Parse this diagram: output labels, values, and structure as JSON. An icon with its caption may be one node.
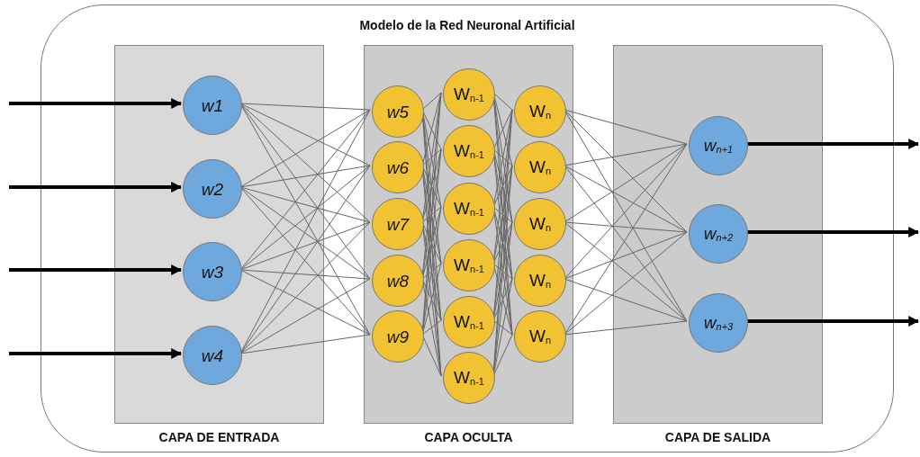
{
  "diagram": {
    "nodes": [
      {
        "text": [
          "Modelo de la Red Neuronal Artificial"
        ]
      },
      {
        "text": [
          "CAPA DE ENTRADA"
        ],
        "in": 0
      },
      {
        "text": [
          "w1"
        ],
        "in": 1
      },
      {
        "text": [
          "w2"
        ],
        "in": 1
      },
      {
        "text": [
          "w3"
        ],
        "in": 1
      },
      {
        "text": [
          "w4"
        ],
        "in": 1
      },
      {
        "text": [
          "CAPA OCULTA"
        ],
        "in": 0
      },
      {
        "text": [
          "w5"
        ],
        "in": 6
      },
      {
        "text": [
          "w6"
        ],
        "in": 6
      },
      {
        "text": [
          "w7"
        ],
        "in": 6
      },
      {
        "text": [
          "w8"
        ],
        "in": 6
      },
      {
        "text": [
          "w9"
        ],
        "in": 6
      },
      {
        "text": [
          "W$_{n-1}$"
        ],
        "in": 6
      },
      {
        "text": [
          "W$_{n-1}$"
        ],
        "in": 6
      },
      {
        "text": [
          "W$_{n-1}$"
        ],
        "in": 6
      },
      {
        "text": [
          "W$_{n-1}$"
        ],
        "in": 6
      },
      {
        "text": [
          "W$_{n-1}$"
        ],
        "in": 6
      },
      {
        "text": [
          "W$_{n-1}$"
        ],
        "in": 6
      },
      {
        "text": [
          "W$_{n}$"
        ],
        "in": 6
      },
      {
        "text": [
          "W$_{n}$"
        ],
        "in": 6
      },
      {
        "text": [
          "W$_{n}$"
        ],
        "in": 6
      },
      {
        "text": [
          "W$_{n}$"
        ],
        "in": 6
      },
      {
        "text": [
          "W$_{n}$"
        ],
        "in": 6
      },
      {
        "text": [
          "CAPA DE SALIDA"
        ],
        "in": 0
      },
      {
        "text": [
          "w$_{n+1}$"
        ],
        "in": 23
      },
      {
        "text": [
          "w$_{n+2}$"
        ],
        "in": 23
      },
      {
        "text": [
          "w$_{n+3}$"
        ],
        "in": 23
      }
    ],
    "edges": [
      {
        "from": null,
        "to": 2,
        "arrow": "to",
        "style": "thick",
        "color": "#000000"
      },
      {
        "from": null,
        "to": 3,
        "arrow": "to",
        "style": "thick",
        "color": "#000000"
      },
      {
        "from": null,
        "to": 4,
        "arrow": "to",
        "style": "thick",
        "color": "#000000"
      },
      {
        "from": null,
        "to": 5,
        "arrow": "to",
        "style": "thick",
        "color": "#000000"
      },
      {
        "from": 2,
        "to": 7,
        "arrow": "none"
      },
      {
        "from": 2,
        "to": 8,
        "arrow": "none"
      },
      {
        "from": 2,
        "to": 9,
        "arrow": "none"
      },
      {
        "from": 2,
        "to": 10,
        "arrow": "none"
      },
      {
        "from": 2,
        "to": 11,
        "arrow": "none"
      },
      {
        "from": 3,
        "to": 7,
        "arrow": "none"
      },
      {
        "from": 3,
        "to": 8,
        "arrow": "none"
      },
      {
        "from": 3,
        "to": 9,
        "arrow": "none"
      },
      {
        "from": 3,
        "to": 10,
        "arrow": "none"
      },
      {
        "from": 3,
        "to": 11,
        "arrow": "none"
      },
      {
        "from": 4,
        "to": 7,
        "arrow": "none"
      },
      {
        "from": 4,
        "to": 8,
        "arrow": "none"
      },
      {
        "from": 4,
        "to": 9,
        "arrow": "none"
      },
      {
        "from": 4,
        "to": 10,
        "arrow": "none"
      },
      {
        "from": 4,
        "to": 11,
        "arrow": "none"
      },
      {
        "from": 5,
        "to": 7,
        "arrow": "none"
      },
      {
        "from": 5,
        "to": 8,
        "arrow": "none"
      },
      {
        "from": 5,
        "to": 9,
        "arrow": "none"
      },
      {
        "from": 5,
        "to": 10,
        "arrow": "none"
      },
      {
        "from": 5,
        "to": 11,
        "arrow": "none"
      },
      {
        "from": 7,
        "to": 12,
        "arrow": "none"
      },
      {
        "from": 7,
        "to": 13,
        "arrow": "none"
      },
      {
        "from": 7,
        "to": 14,
        "arrow": "none"
      },
      {
        "from": 7,
        "to": 15,
        "arrow": "none"
      },
      {
        "from": 7,
        "to": 16,
        "arrow": "none"
      },
      {
        "from": 7,
        "to": 17,
        "arrow": "none"
      },
      {
        "from": 8,
        "to": 12,
        "arrow": "none"
      },
      {
        "from": 8,
        "to": 13,
        "arrow": "none"
      },
      {
        "from": 8,
        "to": 14,
        "arrow": "none"
      },
      {
        "from": 8,
        "to": 15,
        "arrow": "none"
      },
      {
        "from": 8,
        "to": 16,
        "arrow": "none"
      },
      {
        "from": 8,
        "to": 17,
        "arrow": "none"
      },
      {
        "from": 9,
        "to": 12,
        "arrow": "none"
      },
      {
        "from": 9,
        "to": 13,
        "arrow": "none"
      },
      {
        "from": 9,
        "to": 14,
        "arrow": "none"
      },
      {
        "from": 9,
        "to": 15,
        "arrow": "none"
      },
      {
        "from": 9,
        "to": 16,
        "arrow": "none"
      },
      {
        "from": 9,
        "to": 17,
        "arrow": "none"
      },
      {
        "from": 10,
        "to": 12,
        "arrow": "none"
      },
      {
        "from": 10,
        "to": 13,
        "arrow": "none"
      },
      {
        "from": 10,
        "to": 14,
        "arrow": "none"
      },
      {
        "from": 10,
        "to": 15,
        "arrow": "none"
      },
      {
        "from": 10,
        "to": 16,
        "arrow": "none"
      },
      {
        "from": 10,
        "to": 17,
        "arrow": "none"
      },
      {
        "from": 11,
        "to": 12,
        "arrow": "none"
      },
      {
        "from": 11,
        "to": 13,
        "arrow": "none"
      },
      {
        "from": 11,
        "to": 14,
        "arrow": "none"
      },
      {
        "from": 11,
        "to": 15,
        "arrow": "none"
      },
      {
        "from": 11,
        "to": 16,
        "arrow": "none"
      },
      {
        "from": 11,
        "to": 17,
        "arrow": "none"
      },
      {
        "from": 12,
        "to": 18,
        "arrow": "none"
      },
      {
        "from": 12,
        "to": 19,
        "arrow": "none"
      },
      {
        "from": 12,
        "to": 20,
        "arrow": "none"
      },
      {
        "from": 12,
        "to": 21,
        "arrow": "none"
      },
      {
        "from": 12,
        "to": 22,
        "arrow": "none"
      },
      {
        "from": 13,
        "to": 18,
        "arrow": "none"
      },
      {
        "from": 13,
        "to": 19,
        "arrow": "none"
      },
      {
        "from": 13,
        "to": 20,
        "arrow": "none"
      },
      {
        "from": 13,
        "to": 21,
        "arrow": "none"
      },
      {
        "from": 13,
        "to": 22,
        "arrow": "none"
      },
      {
        "from": 14,
        "to": 18,
        "arrow": "none"
      },
      {
        "from": 14,
        "to": 19,
        "arrow": "none"
      },
      {
        "from": 14,
        "to": 20,
        "arrow": "none"
      },
      {
        "from": 14,
        "to": 21,
        "arrow": "none"
      },
      {
        "from": 14,
        "to": 22,
        "arrow": "none"
      },
      {
        "from": 15,
        "to": 18,
        "arrow": "none"
      },
      {
        "from": 15,
        "to": 19,
        "arrow": "none"
      },
      {
        "from": 15,
        "to": 20,
        "arrow": "none"
      },
      {
        "from": 15,
        "to": 21,
        "arrow": "none"
      },
      {
        "from": 15,
        "to": 22,
        "arrow": "none"
      },
      {
        "from": 16,
        "to": 18,
        "arrow": "none"
      },
      {
        "from": 16,
        "to": 19,
        "arrow": "none"
      },
      {
        "from": 16,
        "to": 20,
        "arrow": "none"
      },
      {
        "from": 16,
        "to": 21,
        "arrow": "none"
      },
      {
        "from": 16,
        "to": 22,
        "arrow": "none"
      },
      {
        "from": 17,
        "to": 18,
        "arrow": "none"
      },
      {
        "from": 17,
        "to": 19,
        "arrow": "none"
      },
      {
        "from": 17,
        "to": 20,
        "arrow": "none"
      },
      {
        "from": 17,
        "to": 21,
        "arrow": "none"
      },
      {
        "from": 17,
        "to": 22,
        "arrow": "none"
      },
      {
        "from": 18,
        "to": 24,
        "arrow": "none"
      },
      {
        "from": 18,
        "to": 25,
        "arrow": "none"
      },
      {
        "from": 18,
        "to": 26,
        "arrow": "none"
      },
      {
        "from": 19,
        "to": 24,
        "arrow": "none"
      },
      {
        "from": 19,
        "to": 25,
        "arrow": "none"
      },
      {
        "from": 19,
        "to": 26,
        "arrow": "none"
      },
      {
        "from": 20,
        "to": 24,
        "arrow": "none"
      },
      {
        "from": 20,
        "to": 25,
        "arrow": "none"
      },
      {
        "from": 20,
        "to": 26,
        "arrow": "none"
      },
      {
        "from": 21,
        "to": 24,
        "arrow": "none"
      },
      {
        "from": 21,
        "to": 25,
        "arrow": "none"
      },
      {
        "from": 21,
        "to": 26,
        "arrow": "none"
      },
      {
        "from": 22,
        "to": 24,
        "arrow": "none"
      },
      {
        "from": 22,
        "to": 25,
        "arrow": "none"
      },
      {
        "from": 22,
        "to": 26,
        "arrow": "none"
      },
      {
        "from": 24,
        "to": null,
        "arrow": "to",
        "style": "thick",
        "color": "#000000"
      },
      {
        "from": 25,
        "to": null,
        "arrow": "to",
        "style": "thick",
        "color": "#000000"
      },
      {
        "from": 26,
        "to": null,
        "arrow": "to",
        "style": "thick",
        "color": "#000000"
      }
    ]
  }
}
